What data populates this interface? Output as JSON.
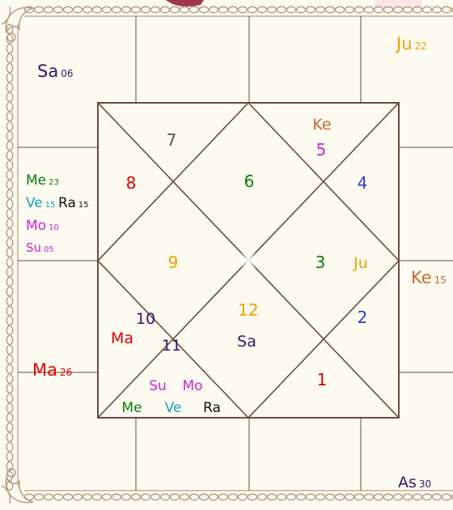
{
  "colors": {
    "background": "#fdfbf0",
    "lines": "#6b4a3a",
    "border": "#b59a86",
    "red": "#e00000",
    "green": "#0a7a0a",
    "blue": "#2e3ad6",
    "orange": "#f0a000",
    "gray": "#555555",
    "magenta": "#d020d8",
    "purple": "#3a1468",
    "brown": "#c96a38",
    "teal": "#1aa0b4",
    "black": "#111111",
    "maroon": "#a0354d"
  },
  "chart": {
    "house_numbers": {
      "h1": "1",
      "h2": "2",
      "h3": "3",
      "h4": "4",
      "h5": "5",
      "h6": "6",
      "h7": "7",
      "h8": "8",
      "h9": "9",
      "h10": "10",
      "h11": "11",
      "h12": "12"
    },
    "planets": {
      "ke": "Ke",
      "ju": "Ju",
      "ma": "Ma",
      "sa": "Sa",
      "su": "Su",
      "mo": "Mo",
      "me": "Me",
      "ve": "Ve",
      "ra": "Ra"
    }
  },
  "outer": {
    "sa": {
      "name": "Sa",
      "deg": "06"
    },
    "ju": {
      "name": "Ju",
      "deg": "22"
    },
    "me": {
      "name": "Me",
      "deg": "23"
    },
    "ve": {
      "name": "Ve",
      "deg": "15"
    },
    "ra": {
      "name": "Ra",
      "deg": "15"
    },
    "mo": {
      "name": "Mo",
      "deg": "10"
    },
    "su": {
      "name": "Su",
      "deg": "05"
    },
    "ke": {
      "name": "Ke",
      "deg": "15"
    },
    "ma": {
      "name": "Ma",
      "deg": "26"
    },
    "as": {
      "name": "As",
      "deg": "30"
    }
  }
}
